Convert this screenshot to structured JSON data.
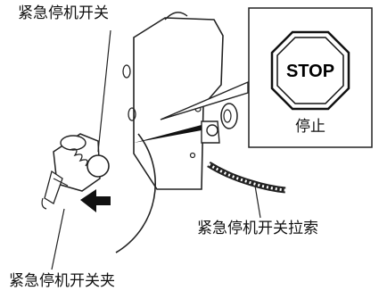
{
  "labels": {
    "emergency_switch": "紧急停机开关",
    "emergency_switch_cord": "紧急停机开关拉索",
    "emergency_switch_clip": "紧急停机开关夹"
  },
  "stop_sign": {
    "text": "STOP",
    "caption": "停止"
  }
}
